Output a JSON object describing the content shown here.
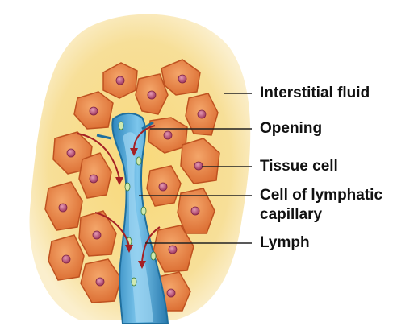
{
  "labels": {
    "interstitial_fluid": "Interstitial fluid",
    "opening": "Opening",
    "tissue_cell": "Tissue cell",
    "cell_of_lymphatic_line1": "Cell of lymphatic",
    "cell_of_lymphatic_line2": "capillary",
    "lymph": "Lymph"
  },
  "colors": {
    "interstitial_fluid": "#f7dc8a",
    "tissue_cell_fill": "#e98a4a",
    "tissue_cell_edge": "#c1551f",
    "nucleus": "#b04a6a",
    "capillary": "#4fa7d8",
    "capillary_dark": "#1f6f9e",
    "lymph_flow_arrow": "#b0282a",
    "leader_line": "#222222"
  }
}
